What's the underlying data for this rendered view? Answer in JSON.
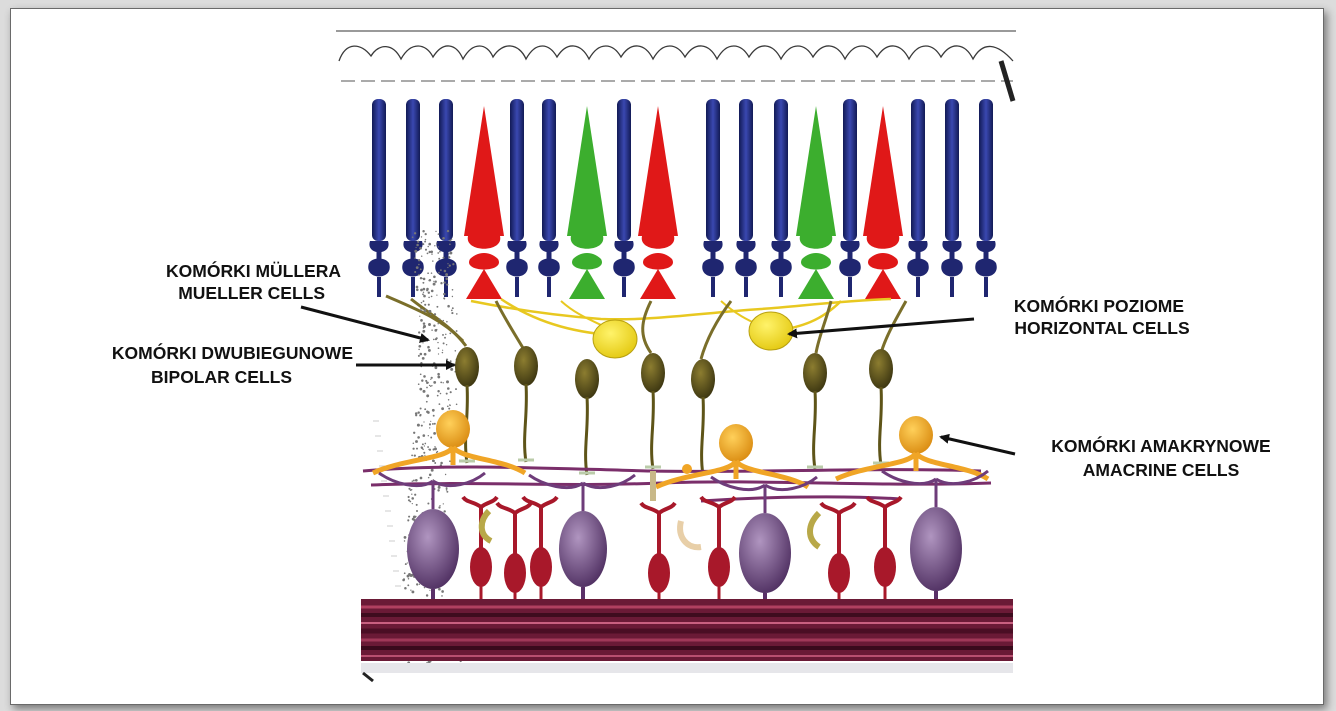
{
  "labels": {
    "mueller": {
      "line1": "KOMÓRKI MÜLLERA",
      "line2": "MUELLER CELLS"
    },
    "bipolar": {
      "line1": "KOMÓRKI DWUBIEGUNOWE",
      "line2": "BIPOLAR CELLS"
    },
    "horizontal": {
      "line1": "KOMÓRKI POZIOME",
      "line2": "HORIZONTAL CELLS"
    },
    "amacrine": {
      "line1": "KOMÓRKI AMAKRYNOWE",
      "line2": "AMACRINE CELLS"
    }
  },
  "colors": {
    "rod": "#1f2670",
    "red_cone": "#e01818",
    "green_cone": "#3cae2e",
    "horizontal_cell": "#f2dd1a",
    "bipolar_cell": "#5e5418",
    "amacrine_cell": "#f0a526",
    "ganglion_cell": "#6e4a82",
    "red_neuron": "#a8182a",
    "nerve_fiber_layer": "#7a1d3a"
  }
}
